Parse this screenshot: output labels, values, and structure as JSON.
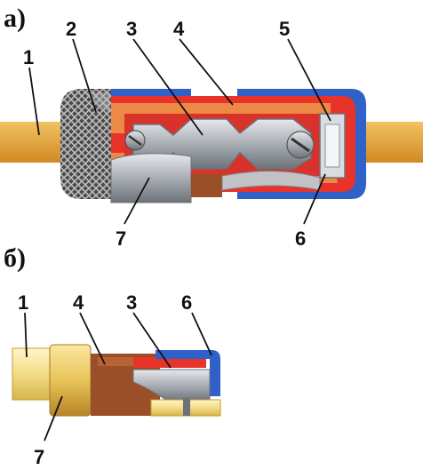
{
  "panels": {
    "a": {
      "label": "а)"
    },
    "b": {
      "label": "б)"
    }
  },
  "callouts_a": {
    "n1": "1",
    "n2": "2",
    "n3": "3",
    "n4": "4",
    "n5": "5",
    "n6": "6",
    "n7": "7"
  },
  "callouts_b": {
    "n1": "1",
    "n4": "4",
    "n3": "3",
    "n6": "6",
    "n7": "7"
  },
  "colors": {
    "lead": "#e2a63a",
    "cap_blue": "#2f61c8",
    "body_red": "#e8332a",
    "body_orange": "#e8823a",
    "metal": "#b9bcc2",
    "metal_dark": "#7b7f86",
    "knurl": "#333333",
    "brown": "#9a4f28",
    "cream": "#f2e4a5"
  },
  "icons": [
    "screw-icon",
    "fuse-element-icon",
    "knurled-cap-icon"
  ]
}
